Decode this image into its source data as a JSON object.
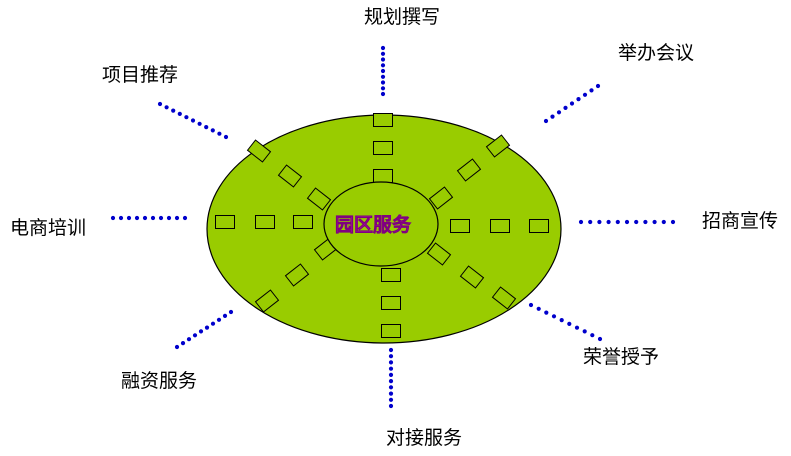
{
  "diagram": {
    "center_label": "园区服务",
    "spokes": [
      {
        "id": "top",
        "label": "规划撰写"
      },
      {
        "id": "top-right",
        "label": "举办会议"
      },
      {
        "id": "right",
        "label": "招商宣传"
      },
      {
        "id": "bottom-right",
        "label": "荣誉授予"
      },
      {
        "id": "bottom",
        "label": "对接服务"
      },
      {
        "id": "bottom-left",
        "label": "融资服务"
      },
      {
        "id": "left",
        "label": "电商培训"
      },
      {
        "id": "top-left",
        "label": "项目推荐"
      }
    ]
  },
  "colors": {
    "outer_ellipse_fill": "#99cc00",
    "box_fill": "#99cc00",
    "stroke": "#000000",
    "dots": "#0000cc",
    "center_text_fill": "#ff66cc",
    "center_text_outline": "#800080",
    "label_text": "#000000"
  }
}
